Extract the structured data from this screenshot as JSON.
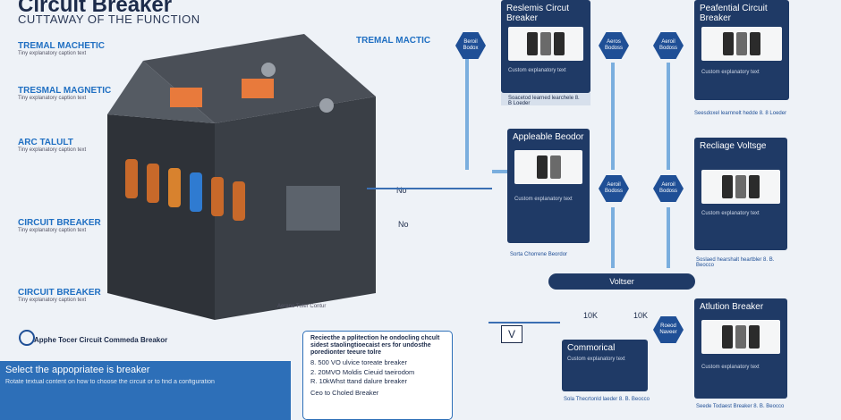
{
  "header": {
    "title": "Circuit Breaker",
    "subtitle": "CUTTAWAY OF THE FUNCTION"
  },
  "left_labels": [
    {
      "title": "TREMAL MACHETIC",
      "desc": "Tiny explanatory caption text"
    },
    {
      "title": "TRESMAL MAGNETIC",
      "desc": "Tiny explanatory caption text"
    },
    {
      "title": "ARC TALULT",
      "desc": "Tiny explanatory caption text"
    },
    {
      "title": "CIRCUIT BREAKER",
      "desc": "Tiny explanatory caption text"
    },
    {
      "title": "CIRCUIT BREAKER",
      "desc": "Tiny explanatory caption text"
    }
  ],
  "center_labels": {
    "thermal": "TREMAL MACTIC",
    "no1": "No",
    "no2": "No",
    "apphe": "Apphe Tocer Circuit Commeda Breakor",
    "aerane": "Aerane Tuter Contur"
  },
  "select_panel": {
    "title": "Select the appopriatee is breaker",
    "line1": "Rotate textual content on how to choose the circuit or to find a configuration"
  },
  "spec_box": {
    "heading": "Reciecthe a pplitection he ondocling chcult sidest staolingtioecaist ers for undosthe poredionter teeure tolre",
    "items": [
      "8. 500 VO ulvice toreate breaker",
      "2. 20MVO Moldis Cieuid taeirodom",
      "R. 10kWhst ttand dalure breaker"
    ],
    "footer": "Ceo to Choled Breaker"
  },
  "cards": {
    "top_center": {
      "title": "Reslemis Circut Breaker",
      "desc": "Custom explanatory text"
    },
    "top_right": {
      "title": "Peafential Circuit Breaker",
      "desc": "Custom explanatory text"
    },
    "mid_center": {
      "title": "Appleable Beodor",
      "desc": "Custom explanatory text"
    },
    "mid_right": {
      "title": "Recliage Voltsge",
      "desc": "Custom explanatory text"
    },
    "bot_right": {
      "title": "Atlution Breaker",
      "desc": "Custom explanatory text"
    },
    "commercial": {
      "title": "Commorical",
      "desc": "Custom explanatory text"
    }
  },
  "hex_nodes": [
    "Beroil Bodox",
    "Aeros Bodoss",
    "Aeroil Bodoss",
    "Aeroil Bodoss",
    "Aeroil Bodoss",
    "Roeod Naveer"
  ],
  "bars": {
    "voltage": "Voltser"
  },
  "symbols": {
    "v_label": "V",
    "k1": "10K",
    "k2": "10K"
  },
  "below_labels": {
    "sub1": "Soacetod learned learchele 8. B Loeder",
    "sub2": "Seesdoxel learnnelt hedde 8. 8 Loeder",
    "sub3": "Sorta Chorrene Beordor",
    "sub4": "Soslaed hearshalt heartbler 8. B. Beocco",
    "sub5": "Sola Thecrtonld laeder 8. B. Beocco",
    "sub6": "Seede Todaest Breaker 8. B. Beocco"
  }
}
